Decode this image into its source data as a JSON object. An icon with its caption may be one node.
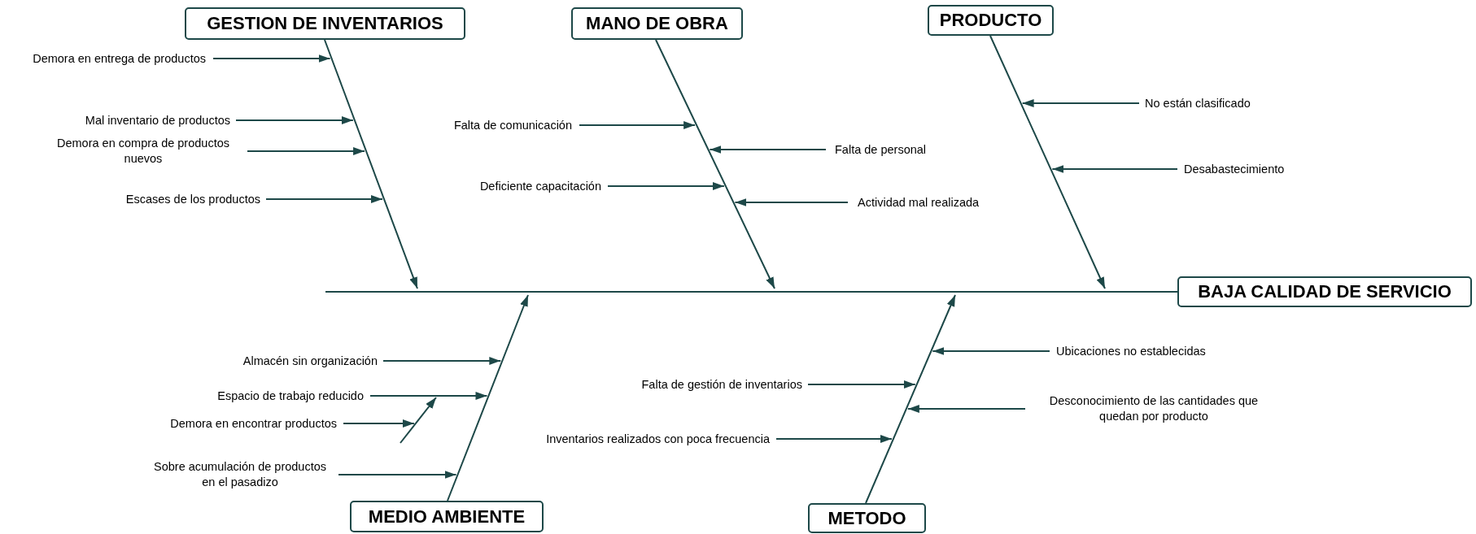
{
  "diagram": {
    "nodes": [
      {
        "text": [
          "GESTION DE INVENTARIOS"
        ]
      },
      {
        "text": [
          "Demora en entrega de productos"
        ]
      },
      {
        "text": [
          "Mal inventario de productos"
        ]
      },
      {
        "text": [
          "Demora en compra de productos nuevos"
        ]
      },
      {
        "text": [
          "Escases de los productos"
        ]
      },
      {
        "text": [
          "MANO DE OBRA"
        ]
      },
      {
        "text": [
          "Falta de comunicación"
        ]
      },
      {
        "text": [
          "Falta de personal"
        ]
      },
      {
        "text": [
          "Deficiente capacitación"
        ]
      },
      {
        "text": [
          "Actividad mal realizada"
        ]
      },
      {
        "text": [
          "PRODUCTO"
        ]
      },
      {
        "text": [
          "No están clasificado"
        ]
      },
      {
        "text": [
          "Desabastecimiento"
        ]
      },
      {
        "text": [
          "BAJA CALIDAD DE SERVICIO"
        ]
      },
      {
        "text": [
          "MEDIO AMBIENTE"
        ]
      },
      {
        "text": [
          "Almacén sin organización"
        ]
      },
      {
        "text": [
          "Espacio de trabajo reducido"
        ]
      },
      {
        "text": [
          "Demora en encontrar productos"
        ]
      },
      {
        "text": [
          "Sobre acumulación de productos en el pasadizo"
        ]
      },
      {
        "text": [
          "METODO"
        ]
      },
      {
        "text": [
          "Ubicaciones no establecidas"
        ]
      },
      {
        "text": [
          "Falta de gestión de inventarios"
        ]
      },
      {
        "text": [
          "Desconocimiento de las cantidades que quedan por producto"
        ]
      },
      {
        "text": [
          "Inventarios realizados con poca frecuencia"
        ]
      }
    ],
    "edges": [
      {
        "from": null,
        "to": 13,
        "arrow": "none"
      },
      {
        "from": 0,
        "to": null,
        "arrow": "to"
      },
      {
        "from": 5,
        "to": null,
        "arrow": "to"
      },
      {
        "from": 10,
        "to": null,
        "arrow": "to"
      },
      {
        "from": 14,
        "to": null,
        "arrow": "to"
      },
      {
        "from": 19,
        "to": null,
        "arrow": "to"
      },
      {
        "from": 1,
        "to": 0,
        "arrow": "to"
      },
      {
        "from": 2,
        "to": null,
        "arrow": "to"
      },
      {
        "from": 3,
        "to": null,
        "arrow": "to"
      },
      {
        "from": 4,
        "to": null,
        "arrow": "to"
      },
      {
        "from": 6,
        "to": null,
        "arrow": "to"
      },
      {
        "from": 7,
        "to": null,
        "arrow": "to"
      },
      {
        "from": 8,
        "to": null,
        "arrow": "to"
      },
      {
        "from": 9,
        "to": null,
        "arrow": "to"
      },
      {
        "from": 11,
        "to": null,
        "arrow": "to"
      },
      {
        "from": 12,
        "to": null,
        "arrow": "to"
      },
      {
        "from": 15,
        "to": null,
        "arrow": "to"
      },
      {
        "from": 16,
        "to": null,
        "arrow": "to"
      },
      {
        "from": 17,
        "to": null,
        "arrow": "to"
      },
      {
        "from": 18,
        "to": 14,
        "arrow": "to"
      },
      {
        "from": 20,
        "to": null,
        "arrow": "to"
      },
      {
        "from": 21,
        "to": null,
        "arrow": "to"
      },
      {
        "from": 22,
        "to": null,
        "arrow": "to"
      },
      {
        "from": 23,
        "to": null,
        "arrow": "to"
      }
    ]
  }
}
